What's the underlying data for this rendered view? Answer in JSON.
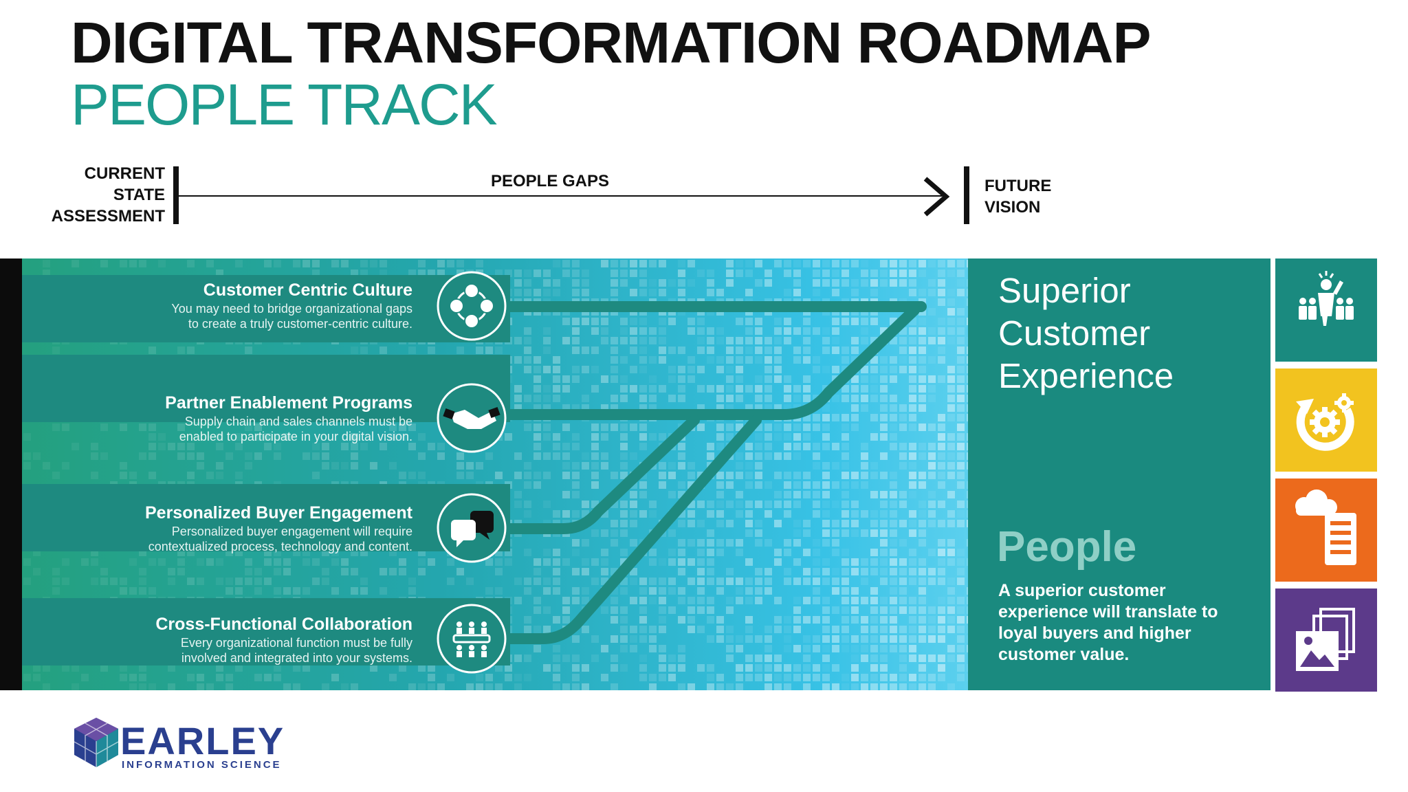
{
  "header": {
    "title": "DIGITAL TRANSFORMATION ROADMAP",
    "subtitle": "PEOPLE TRACK"
  },
  "timeline": {
    "current_state": [
      "CURRENT",
      "STATE",
      "ASSESSMENT"
    ],
    "gaps_label": "PEOPLE GAPS",
    "future_vision": [
      "FUTURE",
      "VISION"
    ]
  },
  "gaps": [
    {
      "title": "Customer Centric Culture",
      "desc": [
        "You may need to bridge organizational gaps",
        "to create a truly customer-centric culture."
      ],
      "icon": "people-network-icon"
    },
    {
      "title": "Partner Enablement Programs",
      "desc": [
        "Supply chain and sales channels must be",
        "enabled to participate in your digital vision."
      ],
      "icon": "handshake-icon"
    },
    {
      "title": "Personalized Buyer Engagement",
      "desc": [
        "Personalized buyer engagement will require",
        "contextualized process, technology and content."
      ],
      "icon": "chat-bubbles-icon"
    },
    {
      "title": "Cross-Functional Collaboration",
      "desc": [
        "Every organizational function must be fully",
        "involved and integrated into your systems."
      ],
      "icon": "team-table-icon"
    }
  ],
  "vision": {
    "title": [
      "Superior",
      "Customer",
      "Experience"
    ],
    "people_label": "People",
    "description": "A superior customer experience will translate to loyal buyers and higher customer value."
  },
  "tiles": [
    {
      "icon": "leader-icon",
      "color": "#1a8a7f"
    },
    {
      "icon": "gears-cycle-icon",
      "color": "#f2c31f"
    },
    {
      "icon": "cloud-server-icon",
      "color": "#ec6a1c"
    },
    {
      "icon": "documents-image-icon",
      "color": "#5c3a8a"
    }
  ],
  "logo": {
    "wordmark": "EARLEY",
    "tagline": "INFORMATION SCIENCE"
  },
  "colors": {
    "teal_dark": "#1e8a80",
    "teal_accent": "#1e9c8e",
    "cyan": "#2ab8d8",
    "yellow": "#f2c31f",
    "orange": "#ec6a1c",
    "purple": "#5c3a8a",
    "logo_blue": "#2a3f8f"
  }
}
